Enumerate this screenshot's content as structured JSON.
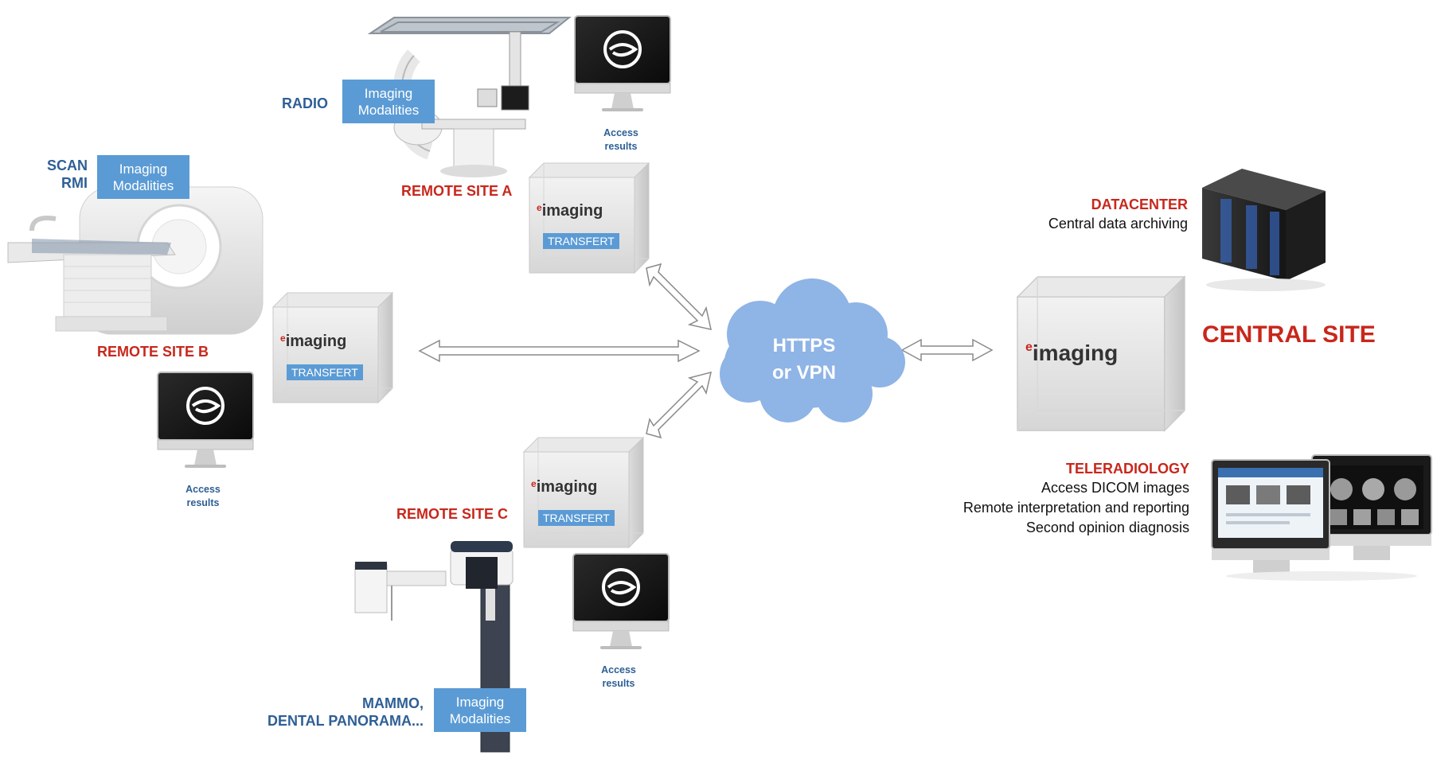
{
  "modality_label": "Imaging Modalities",
  "modality_line1": "Imaging",
  "modality_line2": "Modalities",
  "access_line1": "Access",
  "access_line2": "results",
  "cube_brand": "imaging",
  "cube_brand_prefix": "e",
  "transfert_label": "TRANSFERT",
  "site_a": {
    "name": "REMOTE SITE A",
    "modality": "RADIO"
  },
  "site_b": {
    "name": "REMOTE SITE B",
    "modality_line1": "SCAN",
    "modality_line2": "RMI"
  },
  "site_c": {
    "name": "REMOTE SITE C",
    "modality_line1": "MAMMO,",
    "modality_line2": "DENTAL PANORAMA..."
  },
  "network": {
    "line1": "HTTPS",
    "line2": "or VPN"
  },
  "central": {
    "title": "CENTRAL SITE",
    "datacenter_title": "DATACENTER",
    "datacenter_desc": "Central data archiving",
    "teleradiology_title": "TELERADIOLOGY",
    "teleradiology_items": [
      "Access DICOM images",
      "Remote interpretation and reporting",
      "Second opinion diagnosis"
    ]
  },
  "colors": {
    "accent_blue": "#5b9bd5",
    "label_blue": "#2e5f95",
    "label_red": "#c8271c",
    "cloud": "#8fb4e6"
  }
}
